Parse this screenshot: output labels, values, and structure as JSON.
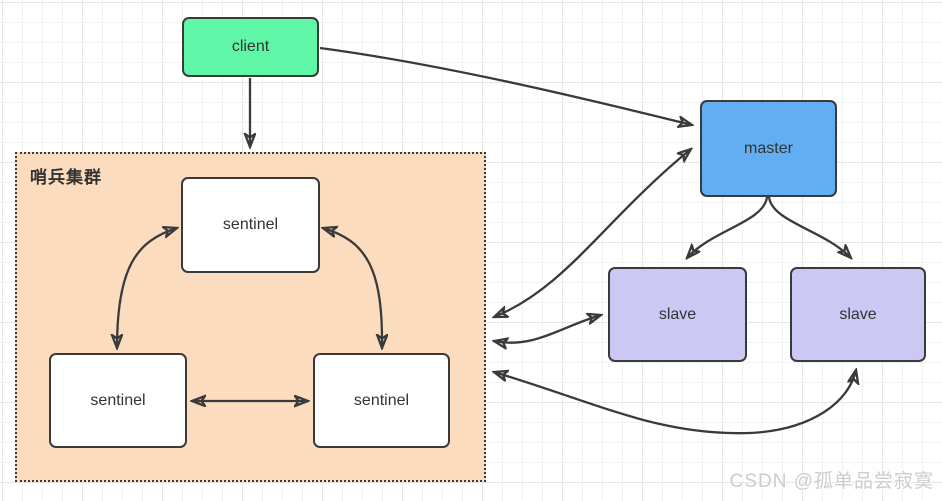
{
  "cluster": {
    "label": "哨兵集群",
    "fill": "#FBDCBE",
    "border_style": "dotted"
  },
  "nodes": {
    "client": {
      "label": "client",
      "fill": "#5FF6A8"
    },
    "master": {
      "label": "master",
      "fill": "#63ADF2"
    },
    "sentinel_top": {
      "label": "sentinel",
      "fill": "#FFFFFF"
    },
    "sentinel_left": {
      "label": "sentinel",
      "fill": "#FFFFFF"
    },
    "sentinel_right": {
      "label": "sentinel",
      "fill": "#FFFFFF"
    },
    "slave_left": {
      "label": "slave",
      "fill": "#CBC9F3"
    },
    "slave_right": {
      "label": "slave",
      "fill": "#CBC9F3"
    }
  },
  "edges": [
    {
      "from": "client",
      "to": "sentinel-cluster",
      "arrows": "end"
    },
    {
      "from": "client",
      "to": "master",
      "arrows": "end"
    },
    {
      "from": "sentinel-cluster",
      "to": "master",
      "arrows": "both"
    },
    {
      "from": "sentinel-cluster",
      "to": "slave-left",
      "arrows": "both"
    },
    {
      "from": "sentinel-cluster",
      "to": "slave-right",
      "arrows": "both"
    },
    {
      "from": "master",
      "to": "slave-left",
      "arrows": "end"
    },
    {
      "from": "master",
      "to": "slave-right",
      "arrows": "end"
    },
    {
      "from": "sentinel-top",
      "to": "sentinel-left",
      "arrows": "both"
    },
    {
      "from": "sentinel-top",
      "to": "sentinel-right",
      "arrows": "both"
    },
    {
      "from": "sentinel-left",
      "to": "sentinel-right",
      "arrows": "both"
    }
  ],
  "colors": {
    "arrow": "#3A3A3A",
    "node_border": "#3A3A3A",
    "grid_minor": "#F2F2F2",
    "grid_major": "#E6E6E6",
    "watermark": "#CCCCCC"
  },
  "watermark": {
    "text": "CSDN @孤单品尝寂寞"
  }
}
